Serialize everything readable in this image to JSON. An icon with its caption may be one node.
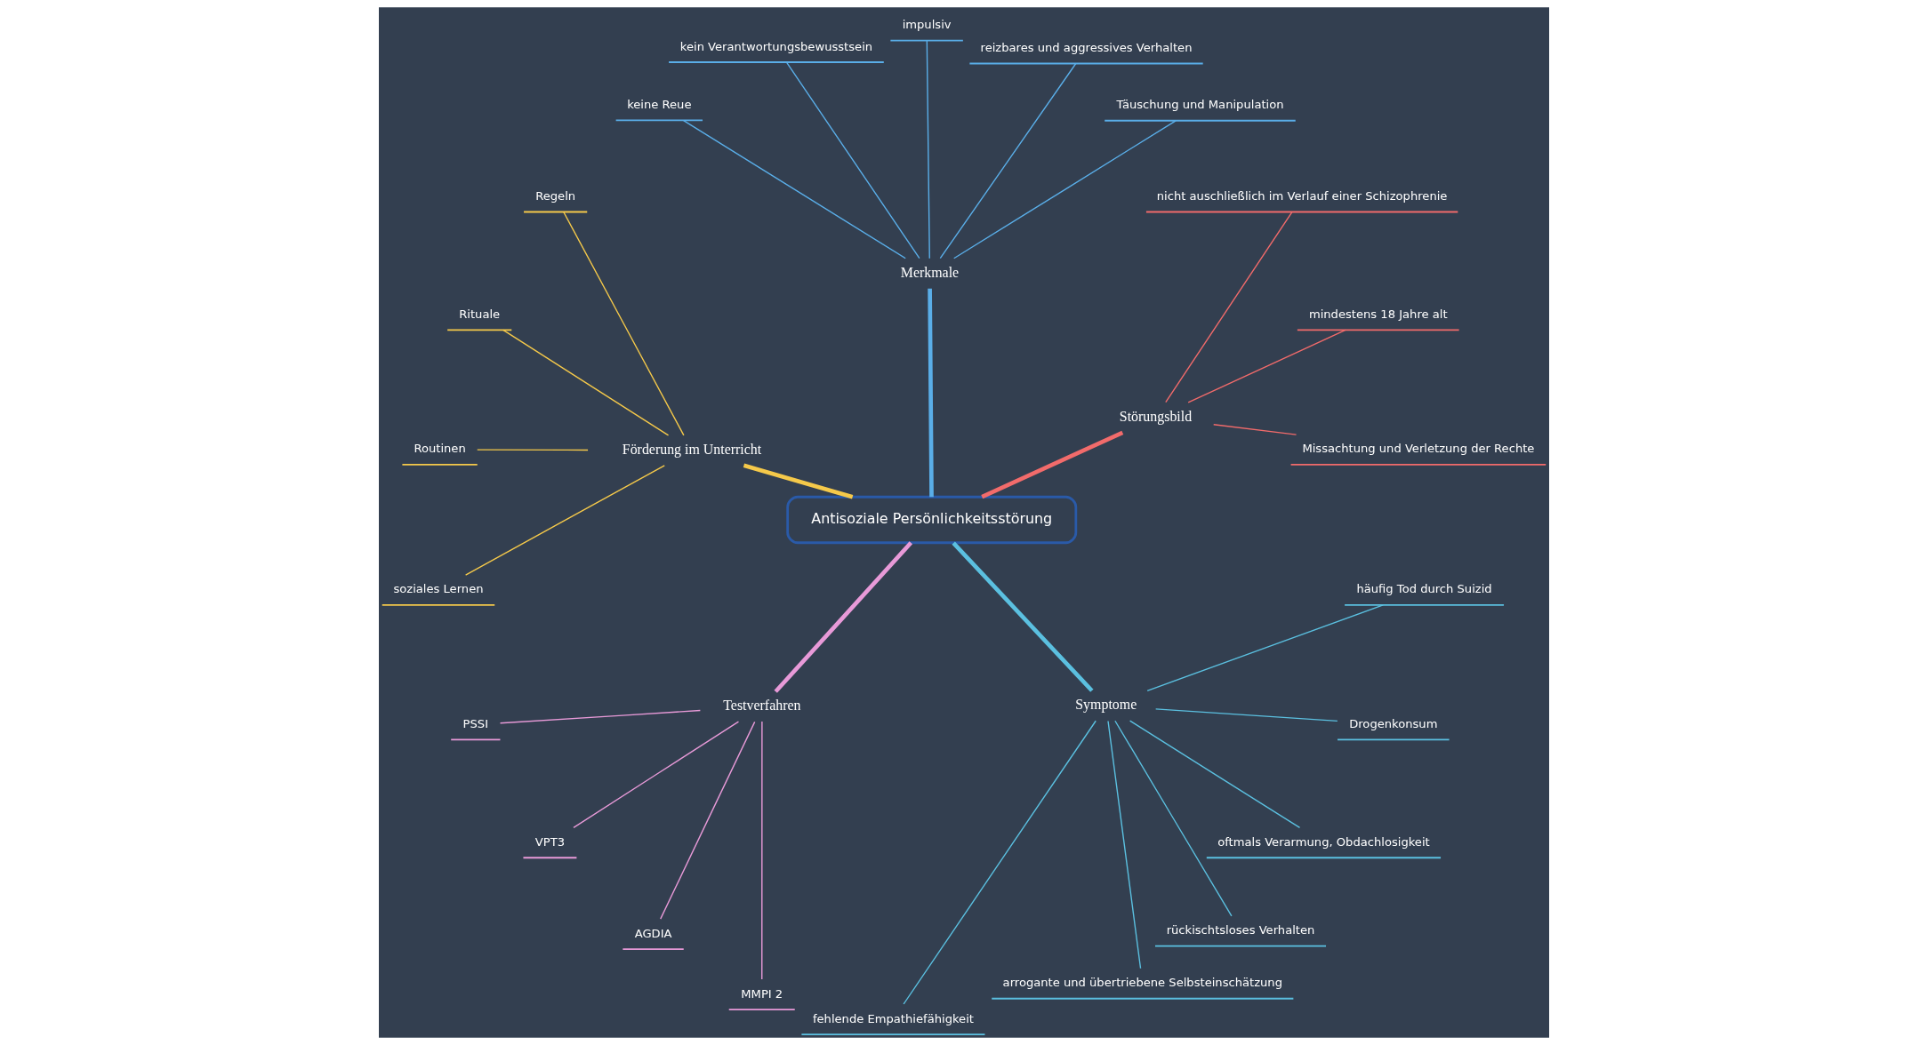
{
  "diagram": {
    "nodes": [
      {
        "text": [
          "Antisoziale Persönlichkeitsstörung"
        ]
      },
      {
        "text": [
          "Störungsbild"
        ]
      },
      {
        "text": [
          "Missachtung und Verletzung der Rechte"
        ]
      },
      {
        "text": [
          "mindestens 18 Jahre alt"
        ]
      },
      {
        "text": [
          "nicht auschließlich im Verlauf einer Schizophrenie"
        ]
      },
      {
        "text": [
          "Merkmale"
        ]
      },
      {
        "text": [
          "Täuschung und Manipulation"
        ]
      },
      {
        "text": [
          "reizbares und aggressives Verhalten"
        ]
      },
      {
        "text": [
          "impulsiv"
        ]
      },
      {
        "text": [
          "kein Verantwortungsbewusstsein"
        ]
      },
      {
        "text": [
          "keine Reue"
        ]
      },
      {
        "text": [
          "Förderung im Unterricht"
        ]
      },
      {
        "text": [
          "Regeln"
        ]
      },
      {
        "text": [
          "Rituale"
        ]
      },
      {
        "text": [
          "Routinen"
        ]
      },
      {
        "text": [
          "soziales Lernen"
        ]
      },
      {
        "text": [
          "Testverfahren"
        ]
      },
      {
        "text": [
          "PSSI"
        ]
      },
      {
        "text": [
          "VPT3"
        ]
      },
      {
        "text": [
          "AGDIA"
        ]
      },
      {
        "text": [
          "MMPI 2"
        ]
      },
      {
        "text": [
          "Symptome"
        ]
      },
      {
        "text": [
          "fehlende Empathiefähigkeit"
        ]
      },
      {
        "text": [
          "arrogante und übertriebene Selbsteinschätzung"
        ]
      },
      {
        "text": [
          "rückischtsloses Verhalten"
        ]
      },
      {
        "text": [
          "oftmals Verarmung, Obdachlosigkeit"
        ]
      },
      {
        "text": [
          "Drogenkonsum"
        ]
      },
      {
        "text": [
          "häufig Tod durch Suizid"
        ]
      }
    ],
    "edges": [
      {
        "from": 0,
        "to": 1,
        "arrow": "none",
        "style": "thick",
        "color": "#f26b6b"
      },
      {
        "from": 1,
        "to": 2,
        "arrow": "none",
        "color": "#f26b6b"
      },
      {
        "from": 1,
        "to": 3,
        "arrow": "none",
        "color": "#f26b6b"
      },
      {
        "from": 1,
        "to": 4,
        "arrow": "none",
        "color": "#f26b6b"
      },
      {
        "from": 0,
        "to": 5,
        "arrow": "none",
        "style": "thick",
        "color": "#5aaee8"
      },
      {
        "from": 5,
        "to": 6,
        "arrow": "none",
        "color": "#5aaee8"
      },
      {
        "from": 5,
        "to": 7,
        "arrow": "none",
        "color": "#5aaee8"
      },
      {
        "from": 5,
        "to": 8,
        "arrow": "none",
        "color": "#5aaee8"
      },
      {
        "from": 5,
        "to": 9,
        "arrow": "none",
        "color": "#5aaee8"
      },
      {
        "from": 5,
        "to": 10,
        "arrow": "none",
        "color": "#5aaee8"
      },
      {
        "from": 0,
        "to": 11,
        "arrow": "none",
        "style": "thick",
        "color": "#f5c94a"
      },
      {
        "from": 11,
        "to": 12,
        "arrow": "none",
        "color": "#f5c94a"
      },
      {
        "from": 11,
        "to": 13,
        "arrow": "none",
        "color": "#f5c94a"
      },
      {
        "from": 11,
        "to": 14,
        "arrow": "none",
        "color": "#f5c94a"
      },
      {
        "from": 11,
        "to": 15,
        "arrow": "none",
        "color": "#f5c94a"
      },
      {
        "from": 0,
        "to": 16,
        "arrow": "none",
        "style": "thick",
        "color": "#e89ad8"
      },
      {
        "from": 16,
        "to": 17,
        "arrow": "none",
        "color": "#e89ad8"
      },
      {
        "from": 16,
        "to": 18,
        "arrow": "none",
        "color": "#e89ad8"
      },
      {
        "from": 16,
        "to": 19,
        "arrow": "none",
        "color": "#e89ad8"
      },
      {
        "from": 16,
        "to": 20,
        "arrow": "none",
        "color": "#e89ad8"
      },
      {
        "from": 0,
        "to": 21,
        "arrow": "none",
        "style": "thick",
        "color": "#5bc0e0"
      },
      {
        "from": 21,
        "to": 22,
        "arrow": "none",
        "color": "#5bc0e0"
      },
      {
        "from": 21,
        "to": 23,
        "arrow": "none",
        "color": "#5bc0e0"
      },
      {
        "from": 21,
        "to": 24,
        "arrow": "none",
        "color": "#5bc0e0"
      },
      {
        "from": 21,
        "to": 25,
        "arrow": "none",
        "color": "#5bc0e0"
      },
      {
        "from": 21,
        "to": 26,
        "arrow": "none",
        "color": "#5bc0e0"
      },
      {
        "from": 21,
        "to": 27,
        "arrow": "none",
        "color": "#5bc0e0"
      }
    ]
  }
}
